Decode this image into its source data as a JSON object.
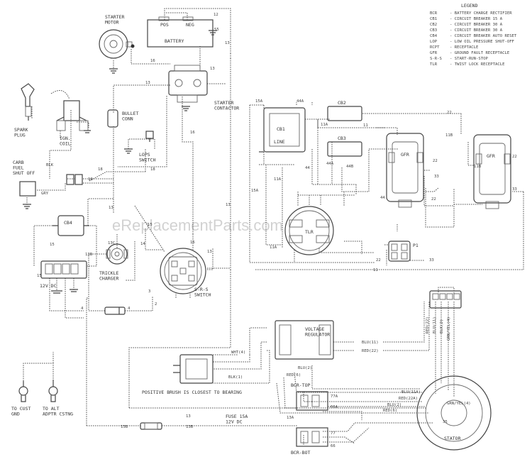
{
  "watermark": "eReplacementParts.com",
  "legend": {
    "title": "LEGEND",
    "items": [
      {
        "code": "BCR",
        "text": "BATTERY CHARGE RECTIFIER"
      },
      {
        "code": "CB1",
        "text": "CIRCUIT BREAKER 15 A"
      },
      {
        "code": "CB2",
        "text": "CIRCUIT BREAKER 30 A"
      },
      {
        "code": "CB3",
        "text": "CIRCUIT BREAKER 30 A"
      },
      {
        "code": "CB4",
        "text": "CIRCUIT BREAKER AUTO RESET"
      },
      {
        "code": "LOP",
        "text": "LOW OIL PRESSURE SHUT-OFF"
      },
      {
        "code": "RCPT",
        "text": "RECEPTACLE"
      },
      {
        "code": "GFR",
        "text": "GROUND FAULT RECEPTACLE"
      },
      {
        "code": "S-R-S",
        "text": "START-RUN-STOP"
      },
      {
        "code": "TLR",
        "text": "TWIST LOCK RECEPTACLE"
      }
    ]
  },
  "components": {
    "starter_motor": "STARTER\nMOTOR",
    "battery": "BATTERY",
    "battery_pos": "POS",
    "battery_neg": "NEG",
    "starter_contactor": "STARTER\nCONTACTOR",
    "spark_plug": "SPARK\nPLUG",
    "ign_coil": "IGN.\nCOIL",
    "bullet_conn": "BULLET\nCONN",
    "lop_switch": "LOPS\nSWITCH",
    "carb_fuel": "CARB\nFUEL\nSHUT OFF",
    "cb4": "CB4",
    "trickle_charger": "TRICKLE\nCHARGER",
    "srs_switch": "S-R-S\nSWITCH",
    "dc12": "12V DC",
    "cb1": "CB1",
    "cb1_line": "LINE",
    "cb2": "CB2",
    "cb3": "CB3",
    "gfr_left": "GFR",
    "gfr_right": "GFR",
    "tlr": "TLR",
    "p1": "P1",
    "voltage_regulator": "VOLTAGE\nREGULATOR",
    "brush_note": "POSITIVE BRUSH IS CLOSEST TO BEARING",
    "fuse": "FUSE 15A\n12V DC",
    "bcr_top": "BCR-TOP",
    "bcr_bot": "BCR-BOT",
    "stator": "STATOR",
    "to_cust_gnd": "TO CUST\nGND",
    "to_alt_adptr": "TO ALT\nADPTR CSTNG"
  },
  "wire_labels": {
    "w12_top": "12",
    "w55": "55",
    "w13_top": "13",
    "w16": "16",
    "w13_a": "13",
    "w13_b": "13",
    "w16_b": "16",
    "w18_a": "18",
    "w18_b": "18",
    "w18_c": "18",
    "blk": "BLK",
    "gry": "GRY",
    "w13_c": "13",
    "w13_d": "13",
    "w15": "15",
    "w13b": "13B",
    "w13c": "13C",
    "w14": "14",
    "w15_b": "15",
    "w13_e": "13",
    "w16_c": "16",
    "w15_c": "15",
    "w4_a": "4",
    "w4_b": "4",
    "w3": "3",
    "w2": "2",
    "w15a_a": "15A",
    "w44a_a": "44A",
    "w11a_a": "11A",
    "w11b_a": "11B",
    "w11_a": "11",
    "w44_a": "44",
    "w44b": "44B",
    "w44a_b": "44A",
    "w22_a": "22",
    "w22_b": "22",
    "w33_a": "33",
    "w22_c": "22",
    "w33_b": "33",
    "w22_d": "22",
    "w11a_b": "11A",
    "w15a_b": "15A",
    "w11b_b": "11B",
    "w44_b": "44",
    "w11a_c": "11A",
    "w22_e": "22",
    "w33_c": "33",
    "w11_b": "11",
    "wht4": "WHT(4)",
    "blk1": "BLK(1)",
    "blu11": "BLU(11)",
    "red22": "RED(22)",
    "blu2": "BLU(2)",
    "red6": "RED(6)",
    "blu11a": "BLU(11A)",
    "red22a": "RED(22A)",
    "blu2b": "BLU(2)",
    "red6b": "RED(6)",
    "red22b": "RED(22)",
    "blu11b": "BLU(11)",
    "blk2": "BLK(2)",
    "grnyel4": "GRN/YEL(4)",
    "grnyel4b": "GRN/YEL(4)",
    "w77a": "77A",
    "w66a": "66A",
    "w13a": "13A",
    "w77": "77",
    "w66": "66",
    "w35": "35",
    "w13b_b": "13B",
    "w13b_c": "13B",
    "w13_f": "13"
  }
}
